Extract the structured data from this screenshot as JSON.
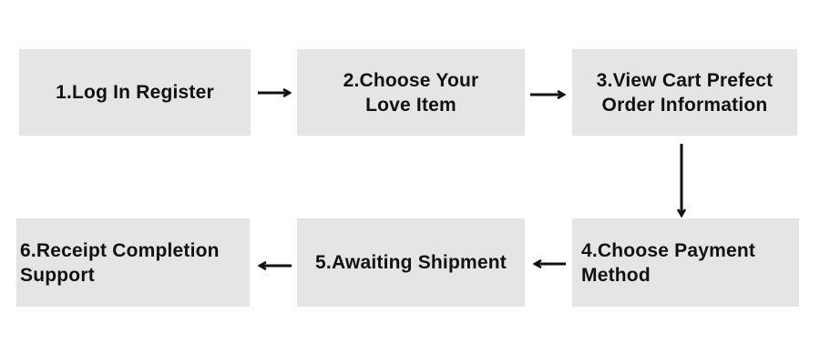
{
  "steps": [
    {
      "label": "1.Log In Register"
    },
    {
      "label": "2.Choose Your\nLove Item"
    },
    {
      "label": "3.View Cart Prefect\nOrder Information"
    },
    {
      "label": "4.Choose Payment\n   Method"
    },
    {
      "label": "5.Awaiting Shipment"
    },
    {
      "label": "6.Receipt Completion\n         Support"
    }
  ],
  "colors": {
    "box_fill": "#e5e5e5",
    "text": "#111111",
    "arrow": "#111111"
  }
}
